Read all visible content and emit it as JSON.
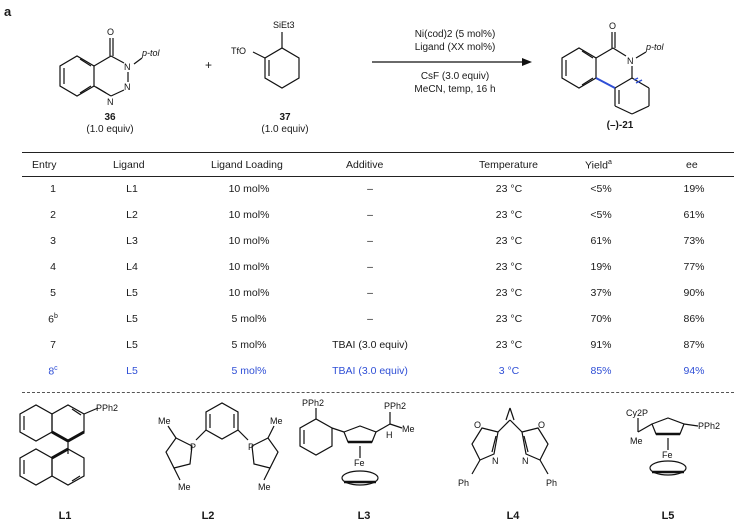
{
  "panel_label": "a",
  "scheme": {
    "reactant1": {
      "number": "36",
      "equiv": "(1.0 equiv)",
      "substituent": "p-tol",
      "atoms": [
        "O",
        "N",
        "N",
        "N"
      ]
    },
    "plus": "+",
    "reactant2": {
      "number": "37",
      "equiv": "(1.0 equiv)",
      "atoms": [
        "SiEt3",
        "TfO"
      ]
    },
    "conditions_top": [
      "Ni(cod)2 (5 mol%)",
      "Ligand (XX mol%)"
    ],
    "conditions_bottom": [
      "CsF (3.0 equiv)",
      "MeCN, temp, 16 h"
    ],
    "product": {
      "label": "(–)-21",
      "substituent": "p-tol",
      "atoms": [
        "O",
        "N"
      ]
    }
  },
  "table": {
    "headers": [
      "Entry",
      "Ligand",
      "Ligand Loading",
      "Additive",
      "Temperature",
      "Yield",
      "ee"
    ],
    "yield_sup": "a",
    "rows": [
      {
        "entry": "1",
        "sup": "",
        "ligand": "L1",
        "loading": "10 mol%",
        "additive": "–",
        "temp": "23 °C",
        "yield": "<5%",
        "ee": "19%",
        "highlight": false
      },
      {
        "entry": "2",
        "sup": "",
        "ligand": "L2",
        "loading": "10 mol%",
        "additive": "–",
        "temp": "23 °C",
        "yield": "<5%",
        "ee": "61%",
        "highlight": false
      },
      {
        "entry": "3",
        "sup": "",
        "ligand": "L3",
        "loading": "10 mol%",
        "additive": "–",
        "temp": "23 °C",
        "yield": "61%",
        "ee": "73%",
        "highlight": false
      },
      {
        "entry": "4",
        "sup": "",
        "ligand": "L4",
        "loading": "10 mol%",
        "additive": "–",
        "temp": "23 °C",
        "yield": "19%",
        "ee": "77%",
        "highlight": false
      },
      {
        "entry": "5",
        "sup": "",
        "ligand": "L5",
        "loading": "10 mol%",
        "additive": "–",
        "temp": "23 °C",
        "yield": "37%",
        "ee": "90%",
        "highlight": false
      },
      {
        "entry": "6",
        "sup": "b",
        "ligand": "L5",
        "loading": "5 mol%",
        "additive": "–",
        "temp": "23 °C",
        "yield": "70%",
        "ee": "86%",
        "highlight": false
      },
      {
        "entry": "7",
        "sup": "",
        "ligand": "L5",
        "loading": "5 mol%",
        "additive": "TBAI (3.0 equiv)",
        "temp": "23 °C",
        "yield": "91%",
        "ee": "87%",
        "highlight": false
      },
      {
        "entry": "8",
        "sup": "c",
        "ligand": "L5",
        "loading": "5 mol%",
        "additive": "TBAI (3.0 equiv)",
        "temp": "3 °C",
        "yield": "85%",
        "ee": "94%",
        "highlight": true
      }
    ]
  },
  "ligands": [
    {
      "label": "L1",
      "atoms": [
        "PPh2"
      ]
    },
    {
      "label": "L2",
      "atoms": [
        "Me",
        "P",
        "P",
        "Me",
        "Me",
        "Me"
      ]
    },
    {
      "label": "L3",
      "atoms": [
        "PPh2",
        "PPh2",
        "Fe",
        "H",
        "Me"
      ]
    },
    {
      "label": "L4",
      "atoms": [
        "O",
        "O",
        "N",
        "N",
        "Ph",
        "Ph"
      ]
    },
    {
      "label": "L5",
      "atoms": [
        "Cy2P",
        "PPh2",
        "Me",
        "Fe"
      ]
    }
  ],
  "colors": {
    "highlight": "#2f4fd6",
    "text": "#1a1a1a"
  }
}
